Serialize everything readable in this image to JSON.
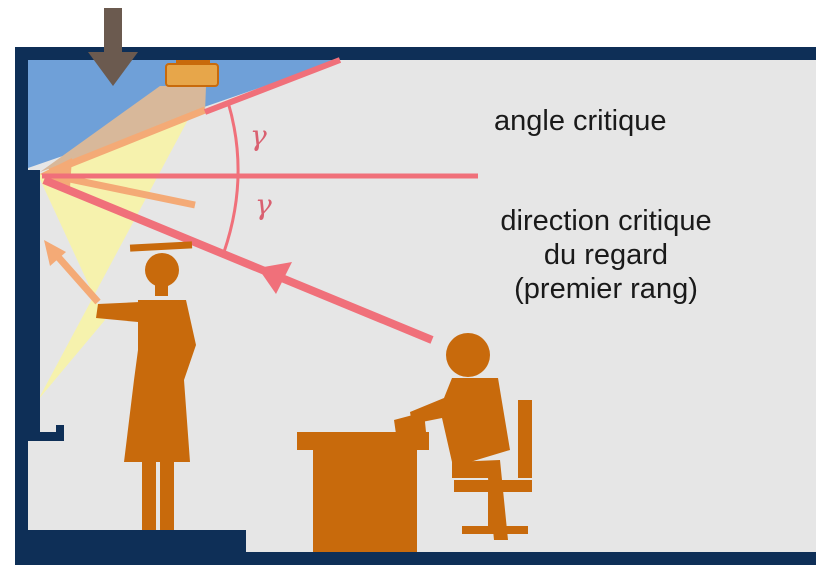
{
  "labels": {
    "critical_angle": "angle critique",
    "critical_direction": [
      "direction critique",
      "du regard",
      "(premier rang)"
    ],
    "angle_symbol": "γ"
  },
  "colors": {
    "room_background": "#e6e6e6",
    "wall_frame": "#0e2f57",
    "ceiling_blue": "#6fa0d8",
    "projection_beam": "#f6f2ad",
    "light_ray": "#f4aa76",
    "sight_line": "#f0707a",
    "figures": "#c86a0c",
    "projector": "#e7a64a",
    "arrow_grey": "#6b5a4f"
  },
  "icons": [
    "down-arrow-icon",
    "projector-icon",
    "teacher-figure",
    "student-figure",
    "desk",
    "chair"
  ]
}
